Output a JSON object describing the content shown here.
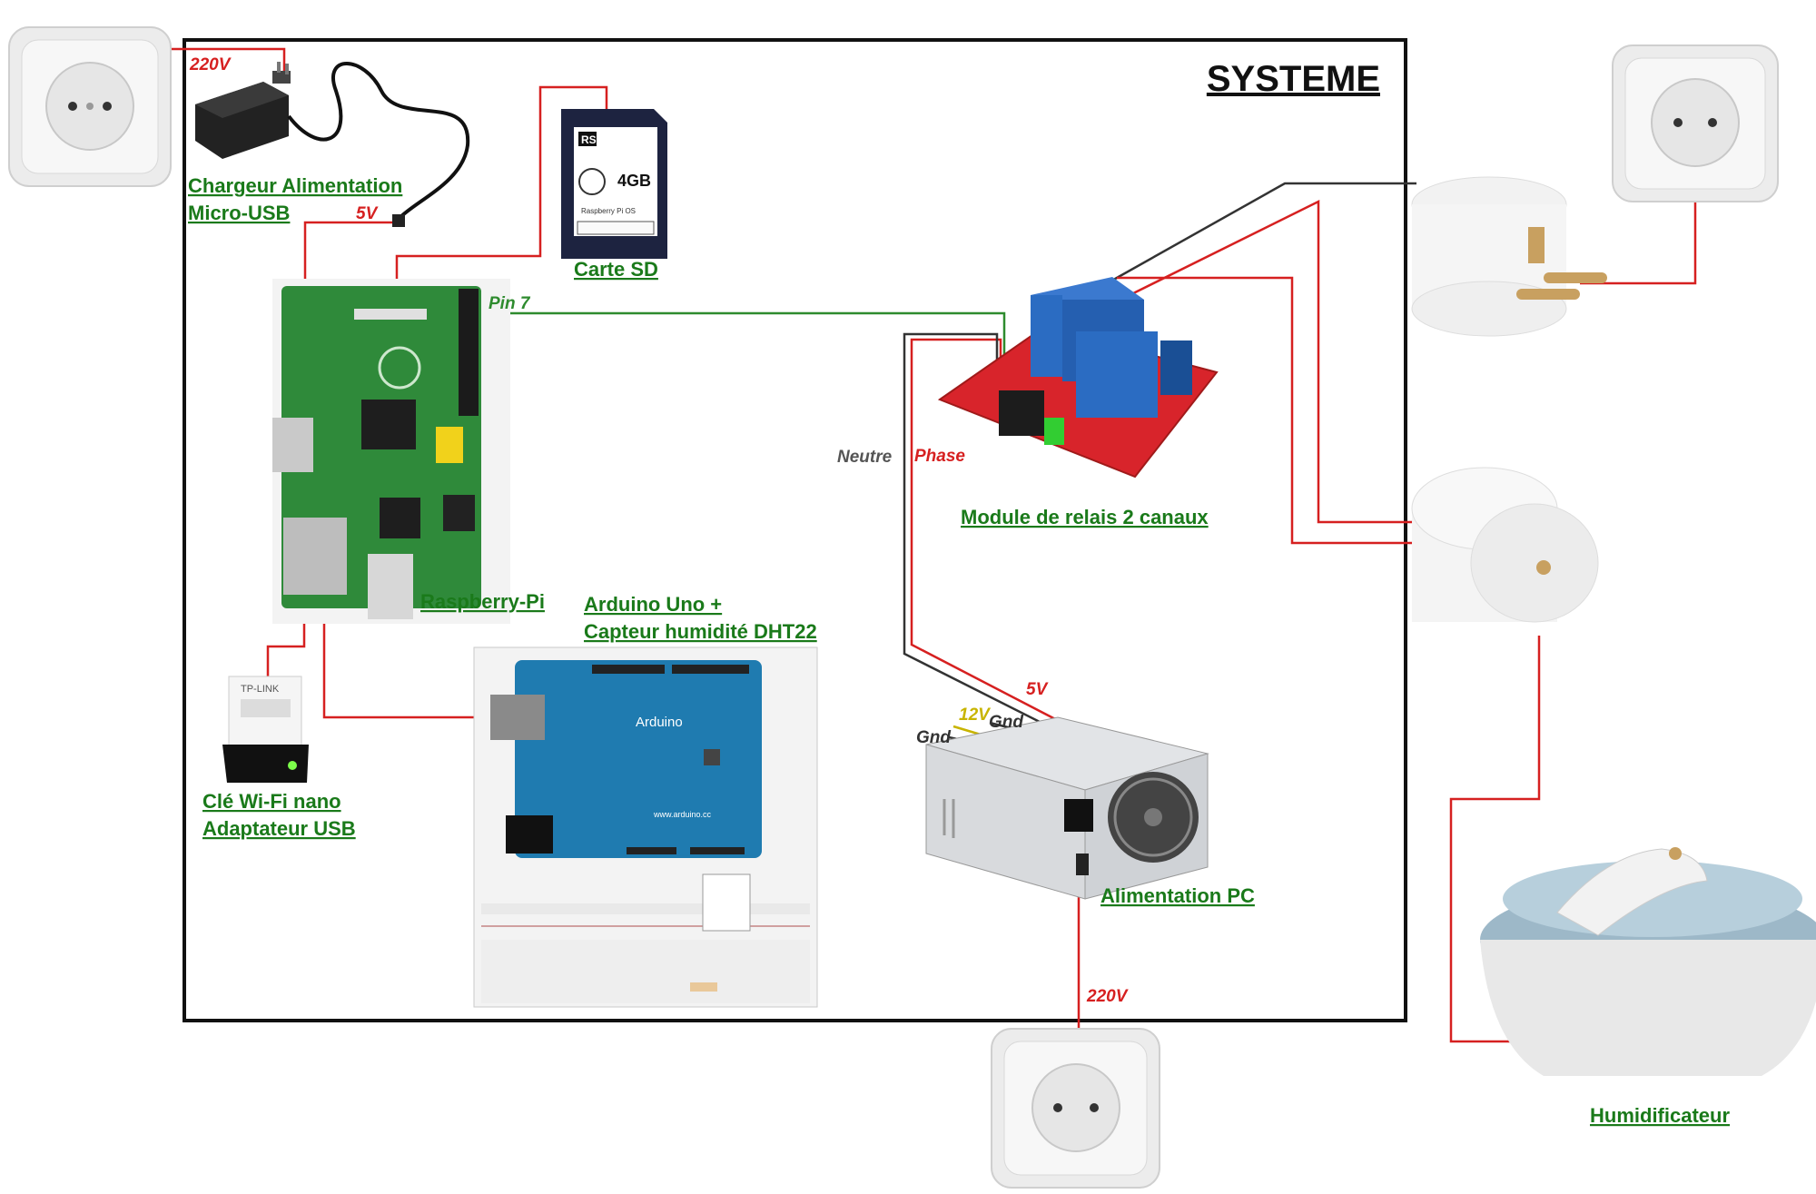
{
  "system": {
    "title": "SYSTEME"
  },
  "components": {
    "charger": {
      "label_line1": "Chargeur Alimentation",
      "label_line2": "Micro-USB"
    },
    "sd_card": {
      "label": "Carte SD",
      "brand": "RS",
      "capacity": "4GB",
      "os_text": "Raspberry Pi OS"
    },
    "raspberry_pi": {
      "label": "Raspberry-Pi"
    },
    "wifi_dongle": {
      "label_line1": "Clé Wi-Fi nano",
      "label_line2": "Adaptateur USB",
      "brand": "TP-LINK"
    },
    "arduino": {
      "label_line1": "Arduino Uno +",
      "label_line2": "Capteur humidité DHT22",
      "board_text": "Arduino",
      "url_text": "www.arduino.cc"
    },
    "relay": {
      "label": "Module de relais 2 canaux"
    },
    "psu": {
      "label": "Alimentation PC"
    },
    "humidifier": {
      "label": "Humidificateur"
    }
  },
  "wires": {
    "charger_220v": "220V",
    "charger_5v": "5V",
    "pin7": "Pin 7",
    "neutre": "Neutre",
    "phase": "Phase",
    "psu_5v": "5V",
    "psu_12v": "12V",
    "psu_gnd_1": "Gnd",
    "psu_gnd_2": "Gnd",
    "psu_220v": "220V"
  },
  "colors": {
    "label_green": "#1a7a1a",
    "wire_red": "#d62020",
    "wire_green": "#2e8b2e",
    "wire_dark": "#333333",
    "pcb_green": "#2f8a3a",
    "arduino_blue": "#1f7bb0",
    "relay_red": "#d8242b",
    "relay_blue": "#2b6cc2",
    "twelve_v_yellow": "#c8b400"
  }
}
